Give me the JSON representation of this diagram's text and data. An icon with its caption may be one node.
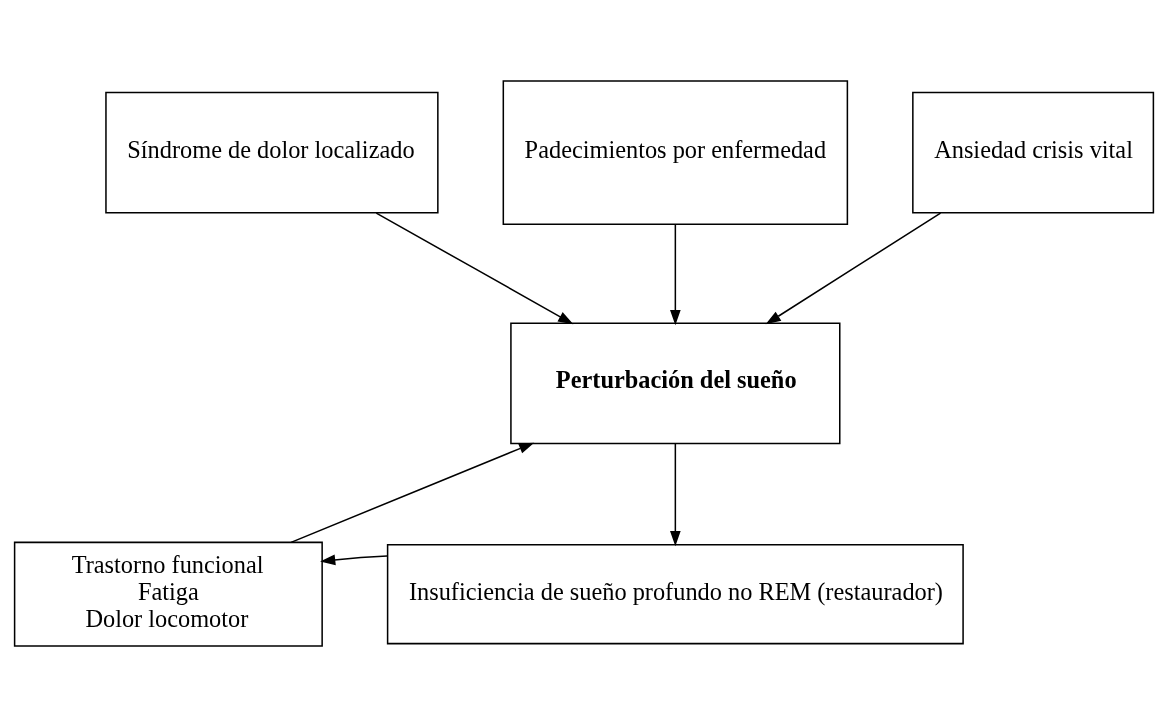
{
  "diagram": {
    "nodes": [
      {
        "text": [
          "Padecimientos por enfermedad"
        ]
      },
      {
        "text": [
          "Síndrome de dolor localizado"
        ]
      },
      {
        "text": [
          "Ansiedad crisis vital"
        ]
      },
      {
        "text": [
          "Perturbación del sueño"
        ]
      },
      {
        "text": [
          "Trastorno funcional",
          "Fatiga",
          "Dolor locomotor"
        ]
      },
      {
        "text": [
          "Insuficiencia de sueño profundo no REM (restaurador)"
        ]
      }
    ],
    "edges": [
      {
        "from": 1,
        "to": 3,
        "arrow": "to"
      },
      {
        "from": 0,
        "to": 3,
        "arrow": "to"
      },
      {
        "from": 2,
        "to": 3,
        "arrow": "to"
      },
      {
        "from": 3,
        "to": 5,
        "arrow": "to"
      },
      {
        "from": 5,
        "to": 4,
        "arrow": "to"
      },
      {
        "from": 4,
        "to": 3,
        "arrow": "to"
      }
    ]
  }
}
